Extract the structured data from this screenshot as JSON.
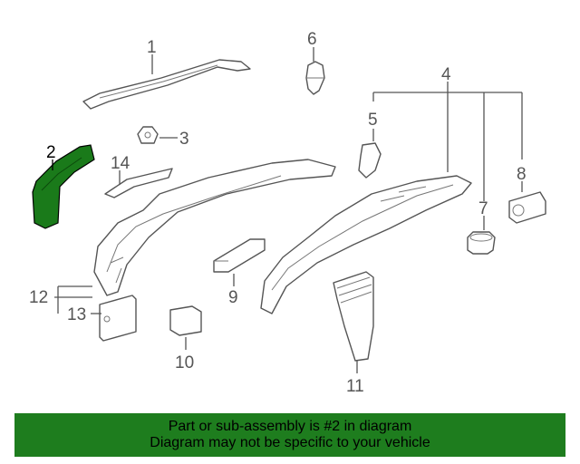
{
  "diagram": {
    "callouts": [
      {
        "id": "1",
        "label": "1"
      },
      {
        "id": "2",
        "label": "2",
        "highlighted": true
      },
      {
        "id": "3",
        "label": "3"
      },
      {
        "id": "4",
        "label": "4"
      },
      {
        "id": "5",
        "label": "5"
      },
      {
        "id": "6",
        "label": "6"
      },
      {
        "id": "7",
        "label": "7"
      },
      {
        "id": "8",
        "label": "8"
      },
      {
        "id": "9",
        "label": "9"
      },
      {
        "id": "10",
        "label": "10"
      },
      {
        "id": "11",
        "label": "11"
      },
      {
        "id": "12",
        "label": "12"
      },
      {
        "id": "13",
        "label": "13"
      },
      {
        "id": "14",
        "label": "14"
      }
    ],
    "highlight_color": "#1a7a1a",
    "line_color": "#555555"
  },
  "banner": {
    "line1": "Part or sub-assembly is #2 in diagram",
    "line2": "Diagram may not be specific to your vehicle",
    "background": "#1e7d1e"
  }
}
